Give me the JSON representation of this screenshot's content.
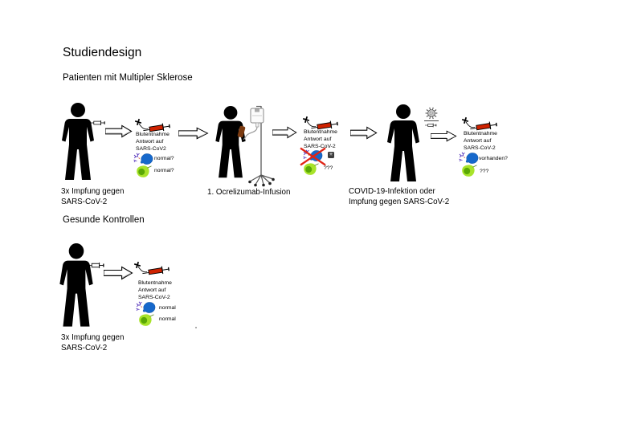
{
  "title": "Studiendesign",
  "ms": {
    "heading": "Patienten mit Multipler Sklerose",
    "vaccination": {
      "caption": [
        "3x Impfung gegen",
        "SARS-CoV-2"
      ],
      "blood": {
        "lines": [
          "Blutentnahme",
          "Antwort auf",
          "SARS-CoV2"
        ],
        "antibody_label": "normal?",
        "tcell_label": "normal?"
      }
    },
    "infusion": {
      "caption": "1. Ocrelizumab-Infusion",
      "blood": {
        "lines": [
          "Blutentnahme",
          "Antwort auf",
          "SARS-CoV-2"
        ],
        "antibody_label": "",
        "tcell_label": "???"
      }
    },
    "infection": {
      "caption": [
        "COVID-19-Infektion oder",
        "Impfung gegen SARS-CoV-2"
      ],
      "blood": {
        "lines": [
          "Blutentnahme",
          "Antwort auf",
          "SARS-CoV-2"
        ],
        "antibody_label": "vorhanden?",
        "tcell_label": "???"
      }
    }
  },
  "hc": {
    "heading": "Gesunde Kontrollen",
    "vaccination": {
      "caption": [
        "3x Impfung gegen",
        "SARS-CoV-2"
      ],
      "blood": {
        "lines": [
          "Blutentnahme",
          "Antwort auf",
          "SARS-CoV-2"
        ],
        "antibody_label": "normal",
        "tcell_label": "normal"
      }
    }
  },
  "badge_glyph": "✳",
  "icons": {
    "person": "person-silhouette",
    "arrow": "right-block-arrow",
    "syringe": "syringe",
    "blood_draw": "butterfly-needle-with-blood-syringe",
    "antibody_cell": "b-cell-with-antibodies",
    "t_cell": "t-cell",
    "crossed_out": "red-x",
    "badge": "dark-square-badge",
    "virus": "coronavirus",
    "iv": "iv-infusion-stand"
  },
  "colors": {
    "antibody_cell": "#1668cb",
    "antibody": "#5533bb",
    "t_cell_body": "#a8e32a",
    "t_cell_nucleus": "#5aa805",
    "blood": "#cf2200",
    "cross_out": "#e02415",
    "virus": "#c4c4c4",
    "infusion_patch": "#7b3a10",
    "text": "#000000",
    "background": "#ffffff"
  }
}
